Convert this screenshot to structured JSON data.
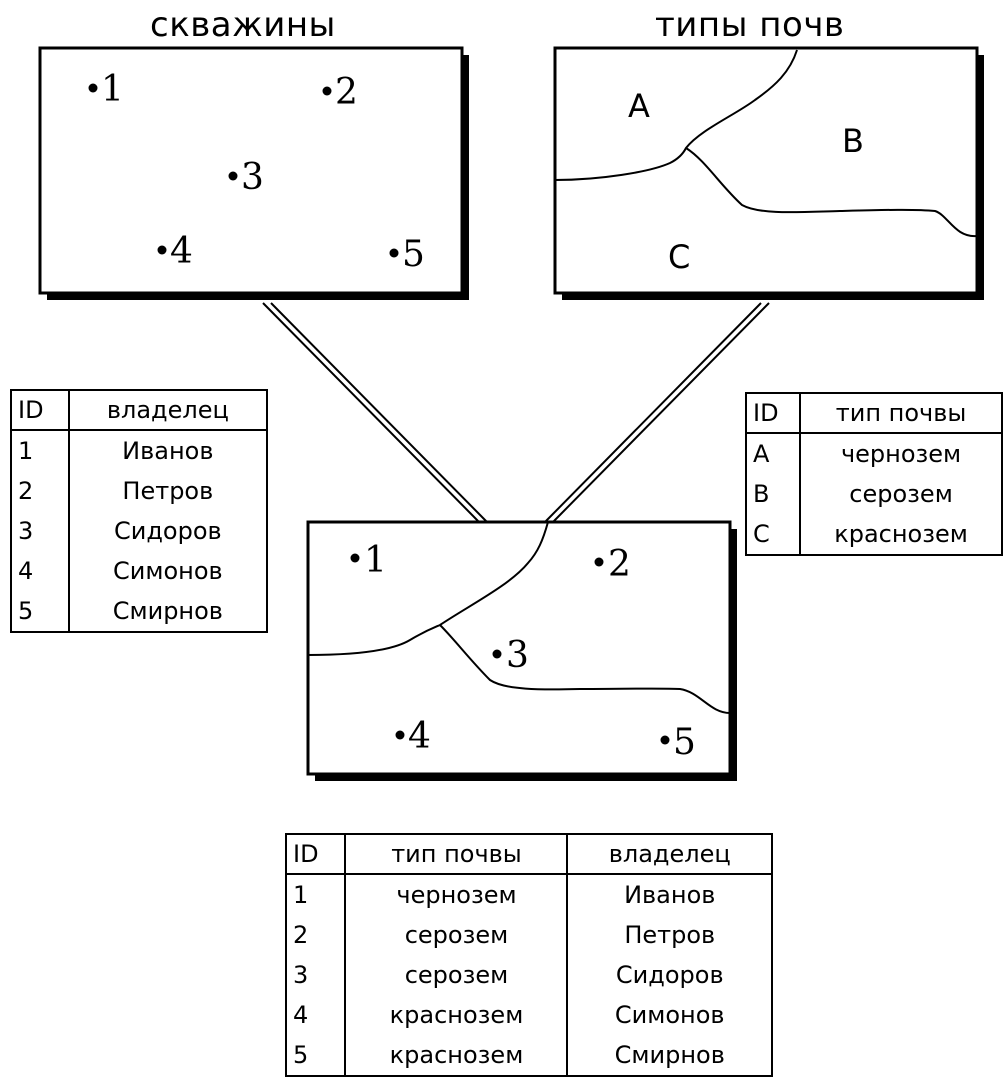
{
  "titles": {
    "wells": "скважины",
    "soils": "типы почв"
  },
  "wells": [
    {
      "id": "1",
      "label": "1"
    },
    {
      "id": "2",
      "label": "2"
    },
    {
      "id": "3",
      "label": "3"
    },
    {
      "id": "4",
      "label": "4"
    },
    {
      "id": "5",
      "label": "5"
    }
  ],
  "zones": {
    "a": "A",
    "b": "B",
    "c": "C"
  },
  "owners_table": {
    "headers": [
      "ID",
      "владелец"
    ],
    "rows": [
      [
        "1",
        "Иванов"
      ],
      [
        "2",
        "Петров"
      ],
      [
        "3",
        "Сидоров"
      ],
      [
        "4",
        "Симонов"
      ],
      [
        "5",
        "Смирнов"
      ]
    ]
  },
  "soil_table": {
    "headers": [
      "ID",
      "тип почвы"
    ],
    "rows": [
      [
        "A",
        "чернозем"
      ],
      [
        "B",
        "серозем"
      ],
      [
        "C",
        "краснозем"
      ]
    ]
  },
  "result_table": {
    "headers": [
      "ID",
      "тип почвы",
      "владелец"
    ],
    "rows": [
      [
        "1",
        "чернозем",
        "Иванов"
      ],
      [
        "2",
        "серозем",
        "Петров"
      ],
      [
        "3",
        "серозем",
        "Сидоров"
      ],
      [
        "4",
        "краснозем",
        "Симонов"
      ],
      [
        "5",
        "краснозем",
        "Смирнов"
      ]
    ]
  }
}
